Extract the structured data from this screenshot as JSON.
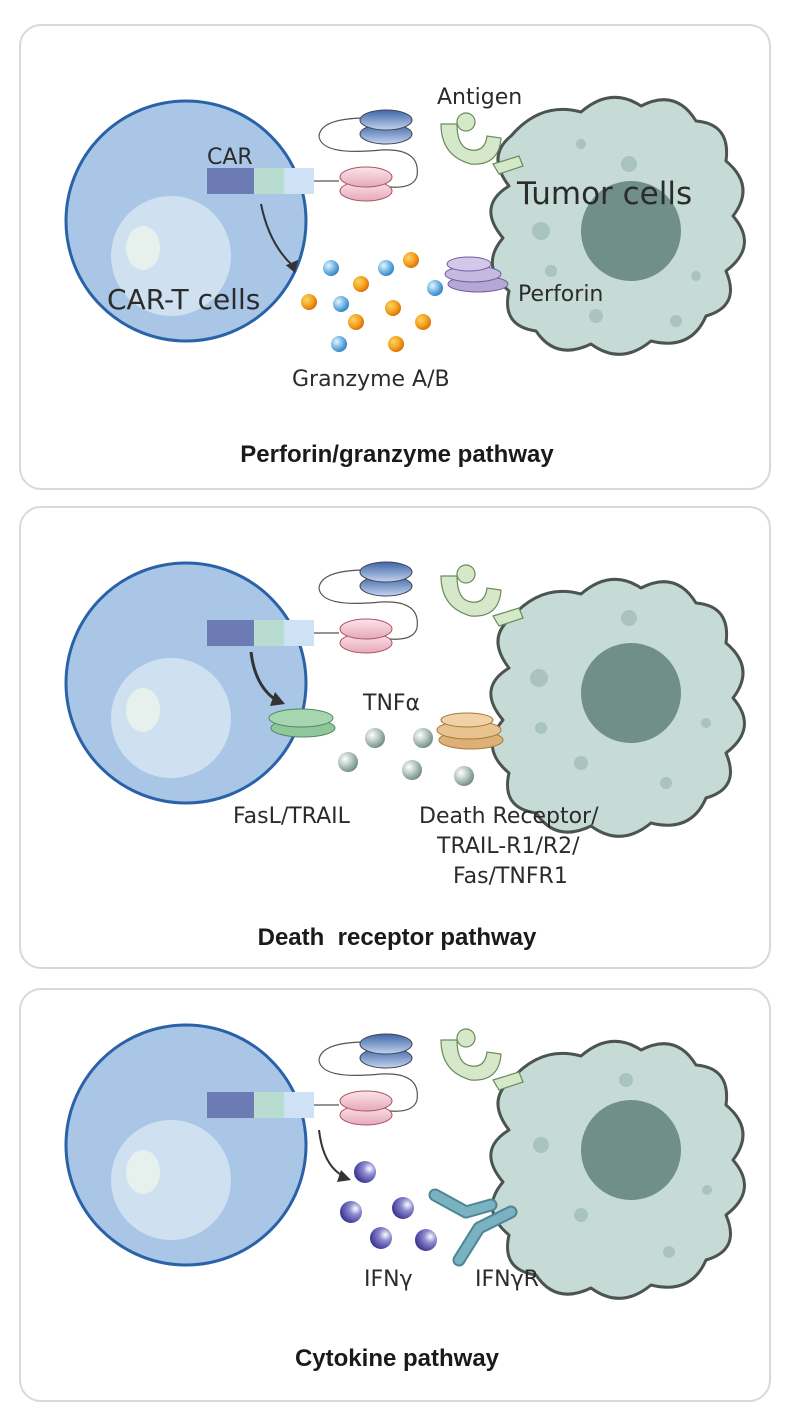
{
  "panels": [
    {
      "title": "Perforin/granzyme pathway",
      "labels": {
        "antigen": "Antigen",
        "car": "CAR",
        "car_t_cells": "CAR-T cells",
        "tumor_cells": "Tumor cells",
        "perforin": "Perforin",
        "granzyme": "Granzyme A/B"
      }
    },
    {
      "title": "Death  receptor pathway",
      "labels": {
        "tnf": "TNFα",
        "fasl": "FasL/TRAIL",
        "death_receptor_line1": "Death Receptor/",
        "death_receptor_line2": "TRAIL-R1/R2/",
        "death_receptor_line3": "Fas/TNFR1"
      }
    },
    {
      "title": "Cytokine pathway",
      "labels": {
        "ifng": "IFNγ",
        "ifngr": "IFNγR"
      }
    }
  ],
  "colors": {
    "car_t_cell": "#a9c6e6",
    "car_t_border": "#2a62a8",
    "nucleus_light": "#cfe0f0",
    "tumor_body": "#c7dbd6",
    "tumor_nucleus": "#6f8f88",
    "antigen": "#d5e8c9",
    "perforin": "#b7a7d6",
    "fasl": "#a6d6b0",
    "death_receptor": "#e9c38f",
    "tnf": "#b8c8c4",
    "ifng": "#3d3a9e",
    "ifngr": "#7bb2c2",
    "granzyme_orange": "#f3a019",
    "granzyme_blue": "#5fa9dc"
  },
  "icons": [
    "car-t-cell-icon",
    "tumor-cell-icon",
    "antigen-icon",
    "antibody-icon",
    "car-receptor-icon",
    "arrow-icon"
  ]
}
